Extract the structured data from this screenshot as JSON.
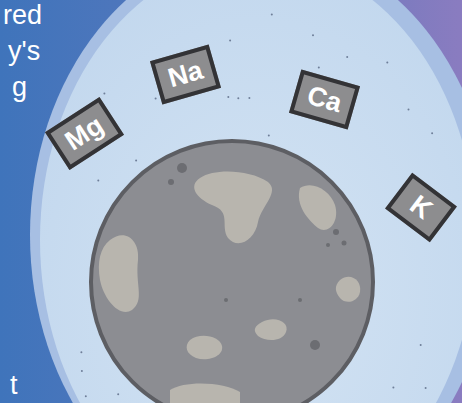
{
  "diagram": {
    "nodes": [
      {
        "text": [
          "Mg"
        ]
      },
      {
        "text": [
          "Na"
        ]
      },
      {
        "text": [
          "Ca"
        ]
      },
      {
        "text": [
          "K"
        ]
      }
    ],
    "labels": [
      "red",
      "y's",
      "g",
      "t"
    ]
  }
}
